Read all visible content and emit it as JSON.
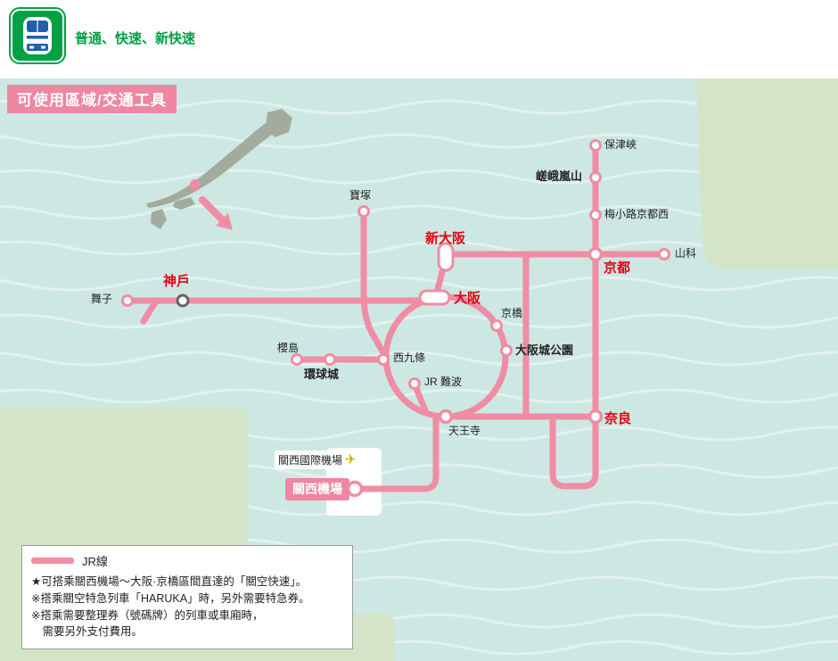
{
  "header": {
    "service_types": "普通、快速、新快速"
  },
  "map": {
    "title_badge": "可使用區域/交通工具",
    "airport_icon": "✈",
    "stations": {
      "hozukyo": {
        "label": "保津峽"
      },
      "saga_arashiyama": {
        "label": "嵯峨嵐山"
      },
      "umekoji_kyotonishi": {
        "label": "梅小路京都西"
      },
      "yamashina": {
        "label": "山科"
      },
      "kyoto": {
        "label": "京都"
      },
      "takarazuka": {
        "label": "寶塚"
      },
      "shin_osaka": {
        "label": "新大阪"
      },
      "osaka": {
        "label": "大阪"
      },
      "kobe": {
        "label": "神戶"
      },
      "maiko": {
        "label": "舞子"
      },
      "kyobashi": {
        "label": "京橋"
      },
      "osakajo_koen": {
        "label": "大阪城公園"
      },
      "sakurajima": {
        "label": "櫻島"
      },
      "universal_city": {
        "label": "環球城"
      },
      "nishikujo": {
        "label": "西九條"
      },
      "jr_namba": {
        "label": "JR 難波"
      },
      "tennoji": {
        "label": "天王寺"
      },
      "nara": {
        "label": "奈良"
      },
      "kansai_intl_airport": {
        "label": "關西國際機場"
      },
      "kansai_airport": {
        "label": "關西機場"
      }
    }
  },
  "legend": {
    "jr_line_label": "JR線",
    "notes": [
      "★可搭乘關西機場～大阪·京橋區間直達的「關空快速」。",
      "※搭乘關空特急列車「HARUKA」時，另外需要特急券。",
      "※搭乘需要整理券（號碼牌）的列車或車廂時，",
      "　需要另外支付費用。"
    ]
  },
  "colors": {
    "jr_line_pink": "#f08ca4",
    "station_red": "#e60012",
    "brand_green": "#00a045",
    "water_teal": "#cde8e2",
    "land_green": "#d3e5c6"
  }
}
